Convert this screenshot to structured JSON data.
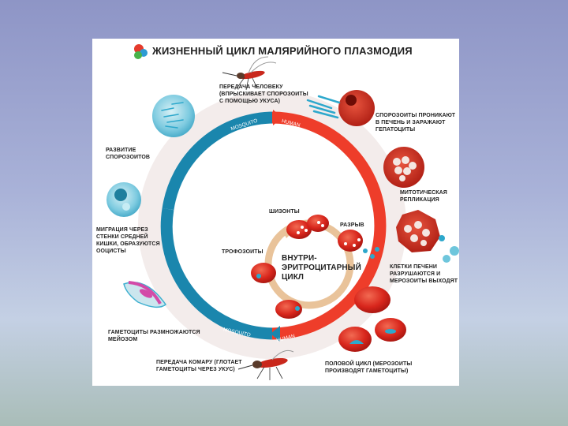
{
  "title": "ЖИЗНЕННЫЙ ЦИКЛ МАЛЯРИЙНОГО ПЛАЗМОДИЯ",
  "ring": {
    "mosquito_top": "MOSQUITO",
    "human_top": "HUMAN",
    "mosquito_bottom": "MOSQUITO",
    "human_bottom": "HUMAN"
  },
  "center": "ВНУТРИ-\nЭРИТРОЦИТАРНЫЙ\nЦИКЛ",
  "labels": {
    "transfer_to_human": "ПЕРЕДАЧА ЧЕЛОВЕКУ\n(ВПРЫСКИВАЕТ СПОРОЗОИТЫ\nС ПОМОЩЬЮ УКУСА)",
    "sporozoites_liver": "СПОРОЗОИТЫ ПРОНИКАЮТ\nВ ПЕЧЕНЬ И ЗАРАЖАЮТ\nГЕПАТОЦИТЫ",
    "mitotic": "МИТОТИЧЕСКАЯ\nРЕПЛИКАЦИЯ",
    "liver_cells": "КЛЕТКИ ПЕЧЕНИ\nРАЗРУШАЮТСЯ И\nМЕРОЗОИТЫ ВЫХОДЯТ",
    "sexual_cycle": "ПОЛОВОЙ ЦИКЛ (МЕРОЗОИТЫ\nПРОИЗВОДЯТ ГАМЕТОЦИТЫ)",
    "transfer_to_mosquito": "ПЕРЕДАЧА КОМАРУ (ГЛОТАЕТ\nГАМЕТОЦИТЫ ЧЕРЕЗ УКУС)",
    "gametocytes_meiosis": "ГАМЕТОЦИТЫ РАЗМНОЖАЮТСЯ\nМЕЙОЗОМ",
    "migration": "МИГРАЦИЯ ЧЕРЕЗ\nСТЕНКИ СРЕДНЕЙ\nКИШКИ, ОБРАЗУЮТСЯ\nООЦИСТЫ",
    "sporozoite_dev": "РАЗВИТИЕ\nСПОРОЗОИТОВ",
    "schizonts": "ШИЗОНТЫ",
    "rupture": "РАЗРЫВ",
    "trophozoites": "ТРОФОЗОИТЫ"
  },
  "colors": {
    "mosquito_arc": "#1a86ad",
    "human_arc": "#ee3d2a",
    "inner_ring": "#e9c39a",
    "cell_red": "#d8261c",
    "cell_blue": "#2da8cc"
  }
}
